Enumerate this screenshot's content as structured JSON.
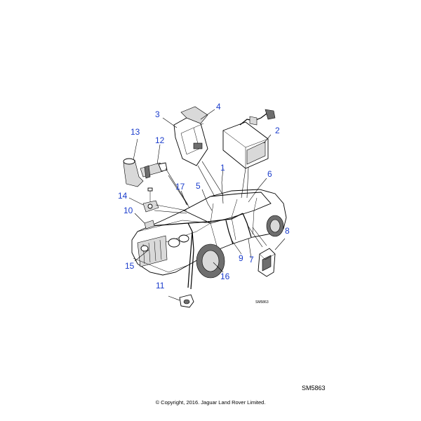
{
  "callouts": [
    "1",
    "2",
    "3",
    "4",
    "5",
    "6",
    "7",
    "8",
    "9",
    "10",
    "11",
    "12",
    "13",
    "14",
    "15",
    "16",
    "17"
  ],
  "inline_code": "SM5863",
  "diagram_code": "SM5863",
  "copyright": "© Copyright, 2016. Jaguar Land Rover Limited."
}
